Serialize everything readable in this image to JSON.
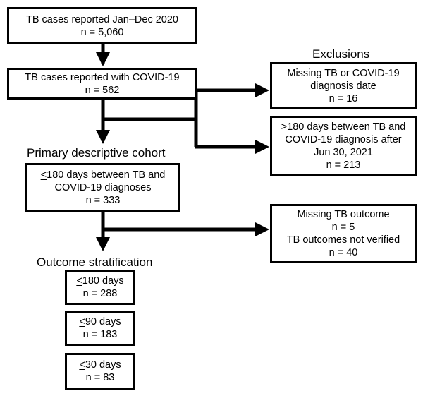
{
  "boxes": {
    "reported_2020": {
      "line1": "TB cases reported Jan–Dec 2020",
      "line2": "n = 5,060"
    },
    "reported_covid": {
      "line1": "TB cases reported with COVID-19",
      "line2": "n = 562"
    },
    "primary": {
      "sym": "<",
      "line1_rest": "180 days between TB and",
      "line2": "COVID-19 diagnoses",
      "line3": "n = 333"
    },
    "excl_missing_date": {
      "line1": "Missing TB or COVID-19",
      "line2": "diagnosis date",
      "line3": "n = 16"
    },
    "excl_gt180": {
      "line1": ">180 days between TB and",
      "line2": "COVID-19 diagnosis after",
      "line3": "Jun 30, 2021",
      "line4": "n = 213"
    },
    "excl_outcome": {
      "line1": "Missing TB outcome",
      "line2": "n = 5",
      "line3": "TB outcomes not verified",
      "line4": "n = 40"
    },
    "strat_180": {
      "sym": "<",
      "line1_rest": "180 days",
      "line2": "n = 288"
    },
    "strat_90": {
      "sym": "<",
      "line1_rest": "90 days",
      "line2": "n = 183"
    },
    "strat_30": {
      "sym": "<",
      "line1_rest": "30 days",
      "line2": "n = 83"
    }
  },
  "labels": {
    "exclusions": "Exclusions",
    "primary_cohort": "Primary descriptive cohort",
    "outcome_stratification": "Outcome stratification"
  }
}
